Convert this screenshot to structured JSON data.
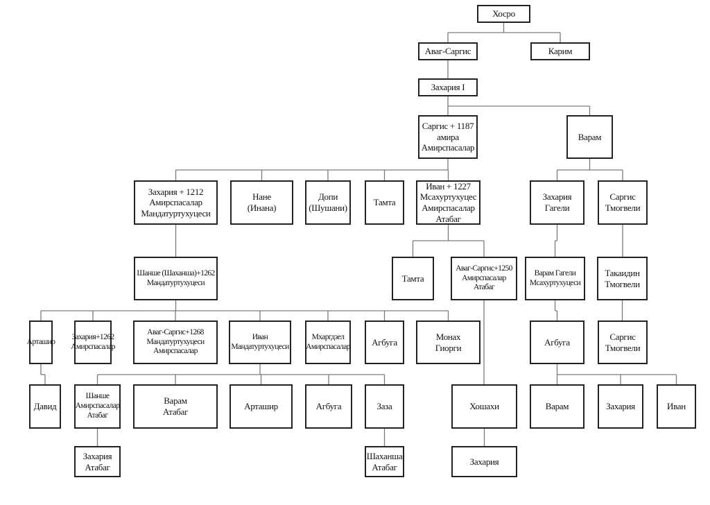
{
  "title": "Генеалогическое древо Захаридов (Мхаргрдзели)",
  "colors": {
    "box_border": "#222222",
    "line": "#7a7a7a",
    "text": "#111111",
    "background": "#ffffff"
  },
  "nodes": {
    "khosro": {
      "label": "Хосро"
    },
    "avag_sargis_1": {
      "label": "Аваг-Саргис"
    },
    "karim": {
      "label": "Карим"
    },
    "zakaria_1": {
      "label": "Захария I"
    },
    "sargis_1187": {
      "label": "Саргис + 1187\nамира\nАмирспасалар"
    },
    "varam": {
      "label": "Варам"
    },
    "zakaria_1212": {
      "label": "Захария + 1212\nАмирспасалар\nМандатуртухуцеси"
    },
    "nane": {
      "label": "Нане\n(Инана)"
    },
    "dopi": {
      "label": "Допи\n(Шушани)"
    },
    "tamta_1": {
      "label": "Тамта"
    },
    "ivan_1227": {
      "label": "Иван + 1227\nМсахуртухуцес\nАмирспасалар\nАтабаг"
    },
    "zakaria_gageli": {
      "label": "Захария\nГагели"
    },
    "sargis_tmogveli_1": {
      "label": "Саргис\nТмогвели"
    },
    "shanshe_1262": {
      "label": "Шанше (Шаханша)+1262\nМандатуртухуцеси"
    },
    "tamta_2": {
      "label": "Тамта"
    },
    "avag_sargis_1250": {
      "label": "Аваг-Саргис+1250\nАмирспасалар\nАтабаг"
    },
    "varam_gageli": {
      "label": "Варам Гагели\nМсахуртухуцеси"
    },
    "takaidin_tmogveli": {
      "label": "Такаидин\nТмогвели"
    },
    "artashir_1": {
      "label": "Арташир"
    },
    "zakaria_1262": {
      "label": "Захария+1262\nАмирспасалар"
    },
    "avag_sargis_1268": {
      "label": "Аваг-Саргис+1268\nМандатуртухуцеси\nАмирспасалар"
    },
    "ivan_mandaturtukhutsesi": {
      "label": "Иван\nМандатуртухуцеси"
    },
    "mkhargdzel": {
      "label": "Мхаргдзел\nАмирспасалар"
    },
    "agbuga_1": {
      "label": "Агбуга"
    },
    "monakh_giorgi": {
      "label": "Монах\nГиорги"
    },
    "agbuga_2": {
      "label": "Агбуга"
    },
    "sargis_tmogveli_2": {
      "label": "Саргис\nТмогвели"
    },
    "david": {
      "label": "Давид"
    },
    "shanshe_atabag": {
      "label": "Шанше\nАмирспасалар\nАтабаг"
    },
    "varam_atabag": {
      "label": "Варам\nАтабаг"
    },
    "artashir_2": {
      "label": "Арташир"
    },
    "agbuga_3": {
      "label": "Агбуга"
    },
    "zaza": {
      "label": "Заза"
    },
    "khoshakhi": {
      "label": "Хошахи"
    },
    "varam_2": {
      "label": "Варам"
    },
    "zakaria_2": {
      "label": "Захария"
    },
    "ivan_2": {
      "label": "Иван"
    },
    "zakaria_atabag": {
      "label": "Захария\nАтабаг"
    },
    "shakhansha_atabag": {
      "label": "Шаханша\nАтабаг"
    },
    "zakaria_3": {
      "label": "Захария"
    }
  },
  "edges": [
    [
      "khosro",
      "avag_sargis_1"
    ],
    [
      "khosro",
      "karim"
    ],
    [
      "avag_sargis_1",
      "zakaria_1"
    ],
    [
      "zakaria_1",
      "sargis_1187"
    ],
    [
      "zakaria_1",
      "varam"
    ],
    [
      "sargis_1187",
      "zakaria_1212"
    ],
    [
      "sargis_1187",
      "nane"
    ],
    [
      "sargis_1187",
      "dopi"
    ],
    [
      "sargis_1187",
      "tamta_1"
    ],
    [
      "sargis_1187",
      "ivan_1227"
    ],
    [
      "varam",
      "zakaria_gageli"
    ],
    [
      "varam",
      "sargis_tmogveli_1"
    ],
    [
      "zakaria_1212",
      "shanshe_1262"
    ],
    [
      "ivan_1227",
      "tamta_2"
    ],
    [
      "ivan_1227",
      "avag_sargis_1250"
    ],
    [
      "zakaria_gageli",
      "varam_gageli"
    ],
    [
      "sargis_tmogveli_1",
      "takaidin_tmogveli"
    ],
    [
      "shanshe_1262",
      "artashir_1"
    ],
    [
      "shanshe_1262",
      "zakaria_1262"
    ],
    [
      "shanshe_1262",
      "avag_sargis_1268"
    ],
    [
      "shanshe_1262",
      "ivan_mandaturtukhutsesi"
    ],
    [
      "shanshe_1262",
      "mkhargdzel"
    ],
    [
      "shanshe_1262",
      "agbuga_1"
    ],
    [
      "shanshe_1262",
      "monakh_giorgi"
    ],
    [
      "varam_gageli",
      "agbuga_2"
    ],
    [
      "takaidin_tmogveli",
      "sargis_tmogveli_2"
    ],
    [
      "artashir_1",
      "david"
    ],
    [
      "ivan_mandaturtukhutsesi",
      "shanshe_atabag"
    ],
    [
      "ivan_mandaturtukhutsesi",
      "varam_atabag"
    ],
    [
      "ivan_mandaturtukhutsesi",
      "artashir_2"
    ],
    [
      "ivan_mandaturtukhutsesi",
      "agbuga_3"
    ],
    [
      "ivan_mandaturtukhutsesi",
      "zaza"
    ],
    [
      "avag_sargis_1250",
      "khoshakhi"
    ],
    [
      "agbuga_2",
      "varam_2"
    ],
    [
      "agbuga_2",
      "zakaria_2"
    ],
    [
      "agbuga_2",
      "ivan_2"
    ],
    [
      "shanshe_atabag",
      "zakaria_atabag"
    ],
    [
      "zaza",
      "shakhansha_atabag"
    ],
    [
      "khoshakhi",
      "zakaria_3"
    ]
  ]
}
